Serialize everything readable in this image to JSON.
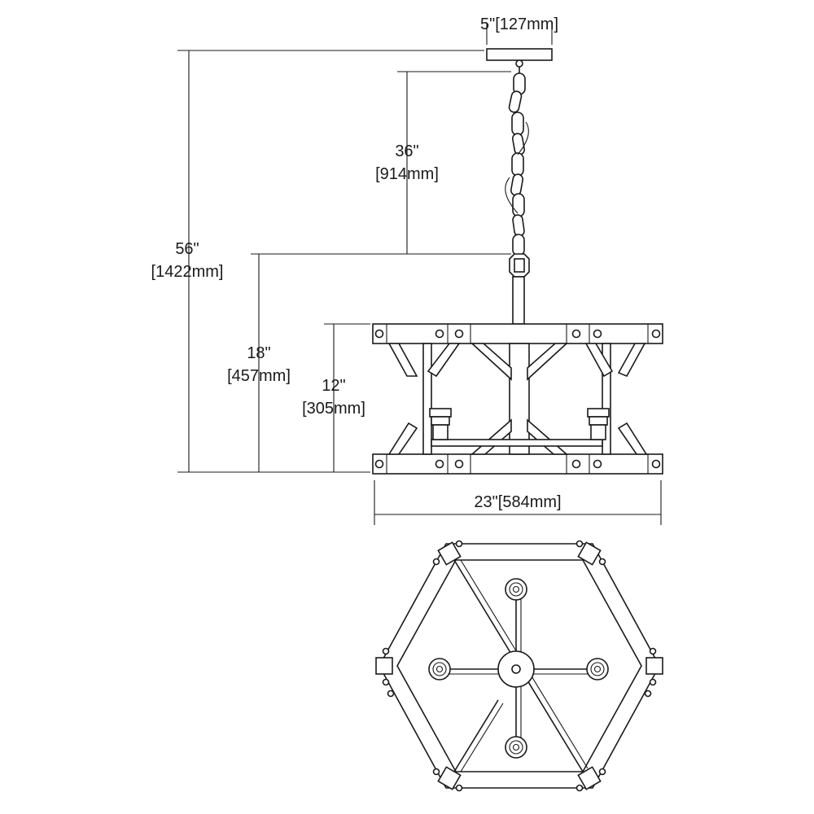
{
  "dimensions": {
    "canopy_width": "5\"[127mm]",
    "chain_length_in": "36\"",
    "chain_length_mm": "[914mm]",
    "overall_height_in": "56\"",
    "overall_height_mm": "[1422mm]",
    "fixture_height_in": "18\"",
    "fixture_height_mm": "[457mm]",
    "body_height_in": "12\"",
    "body_height_mm": "[305mm]",
    "fixture_width": "23\"[584mm]"
  }
}
